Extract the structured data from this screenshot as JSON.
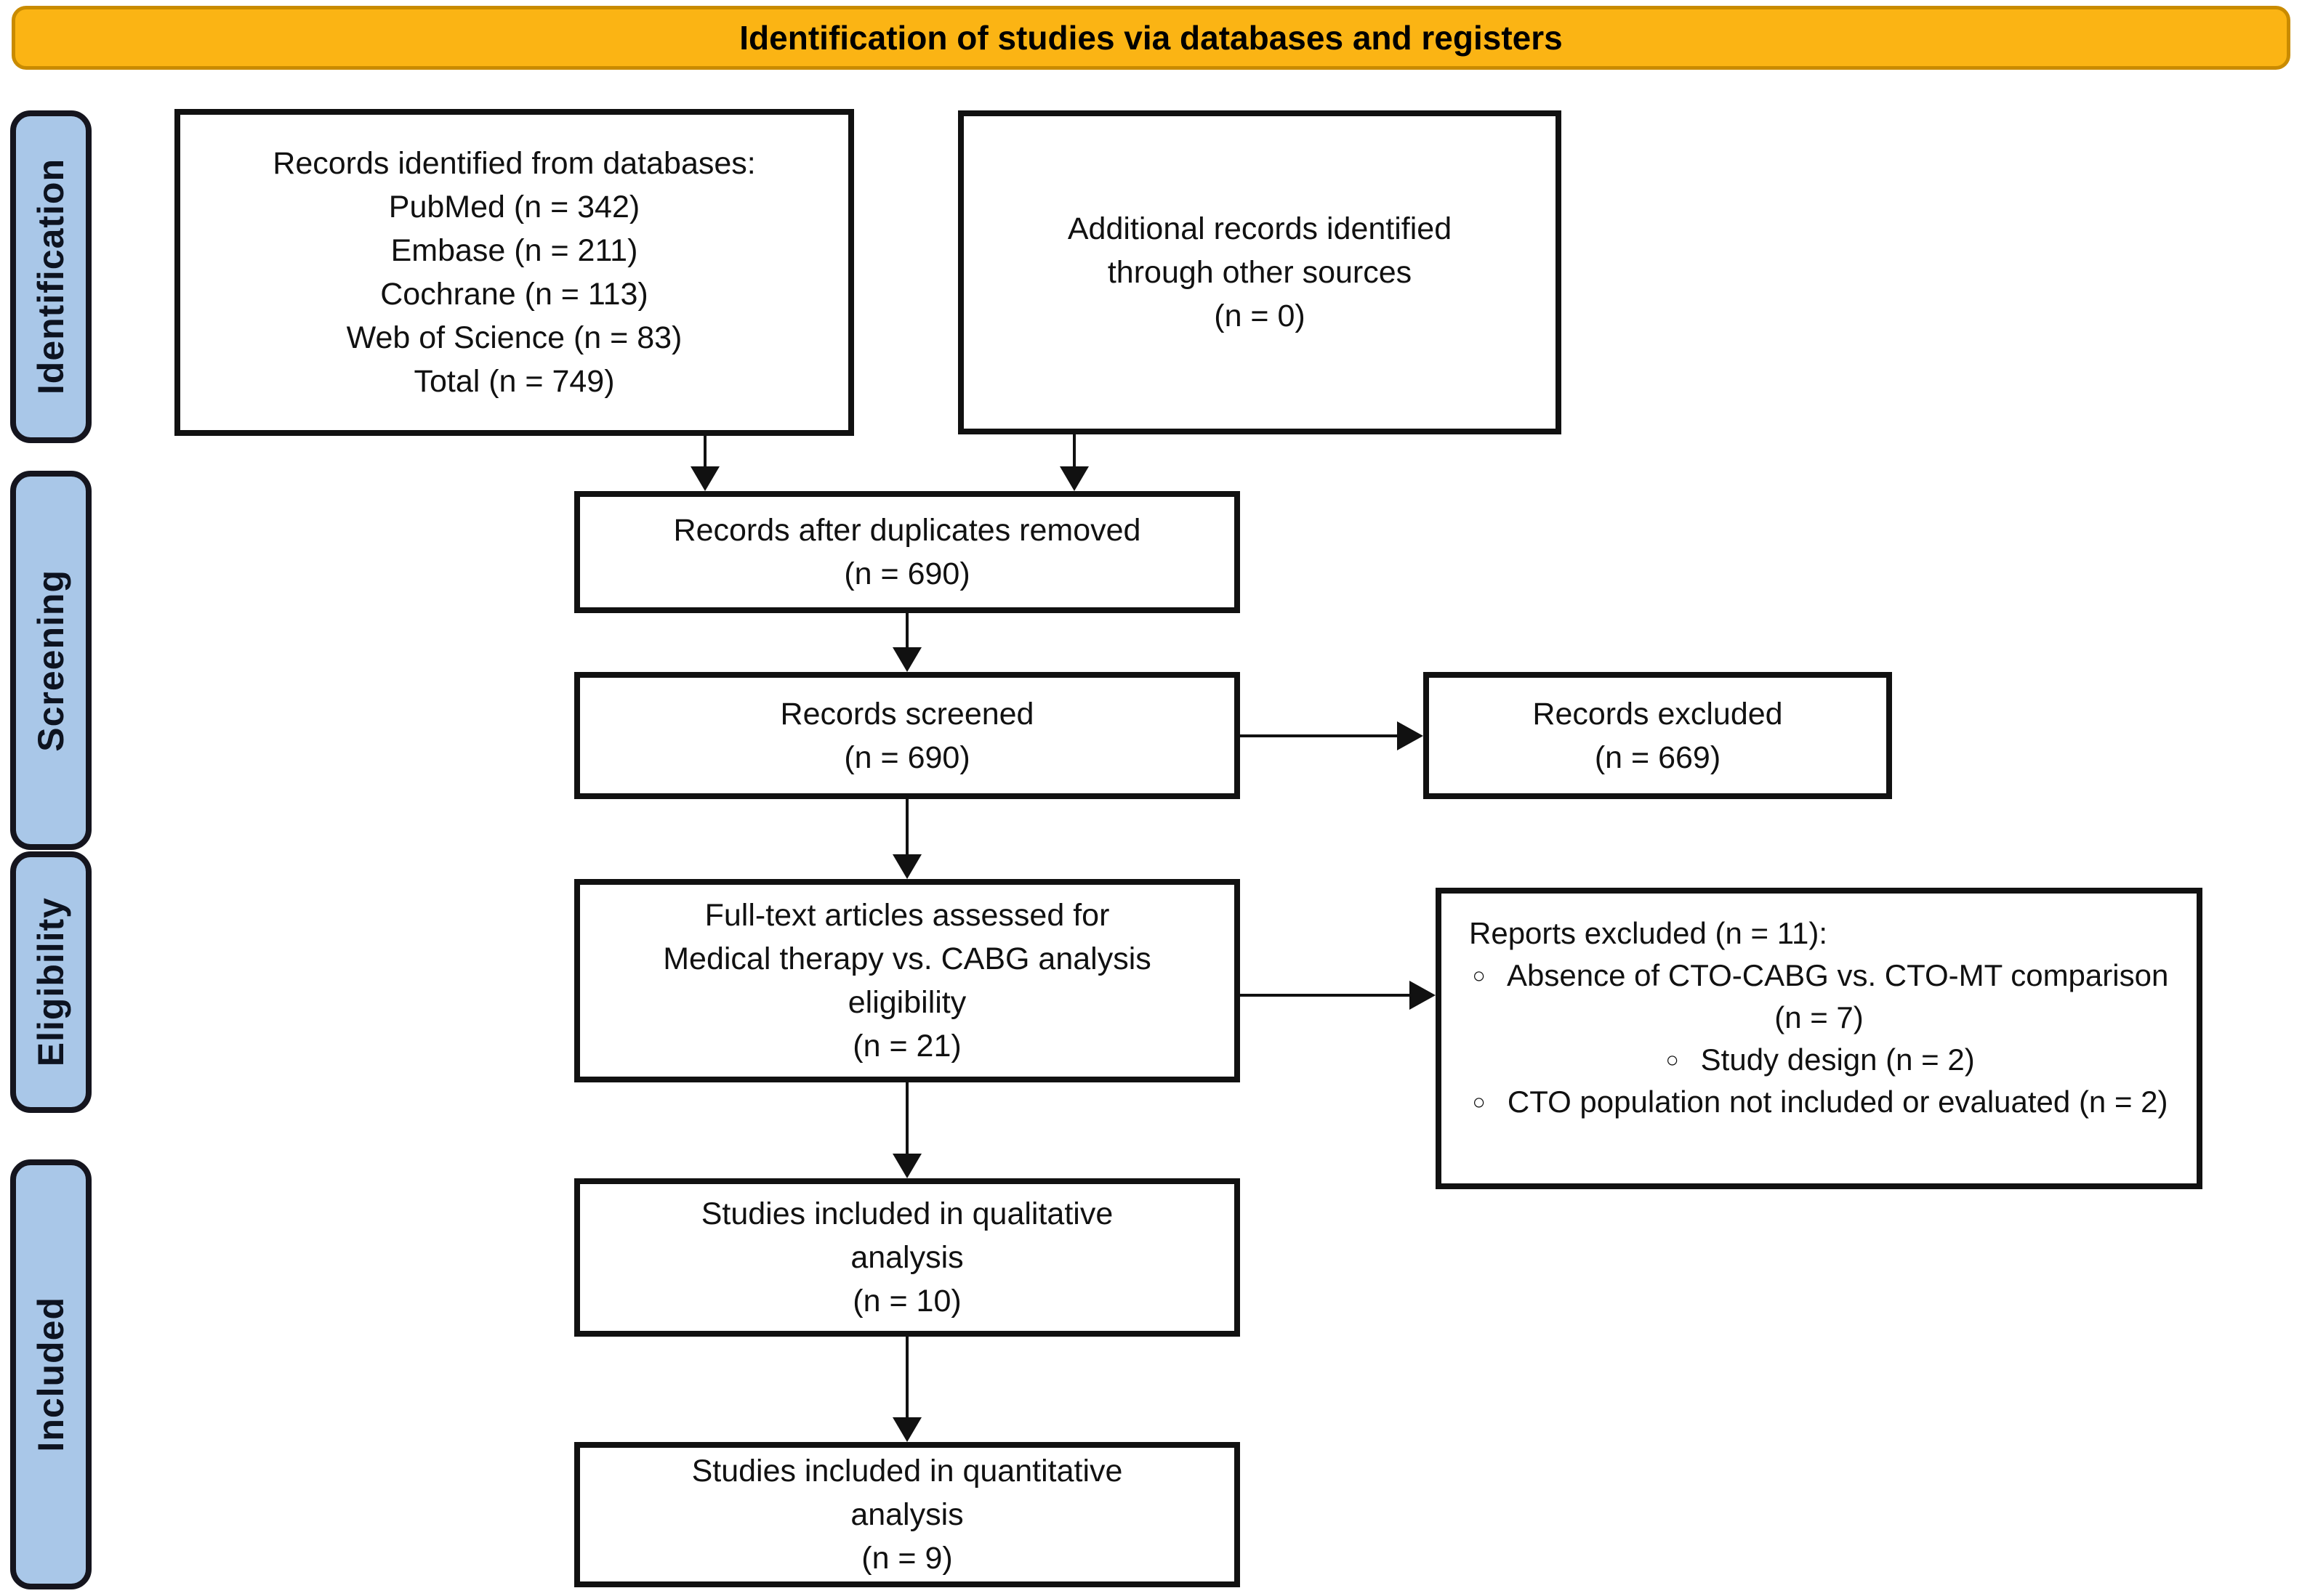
{
  "banner": {
    "title": "Identification of studies via databases and registers"
  },
  "sidebar": {
    "stages": [
      {
        "label": "Identification"
      },
      {
        "label": "Screening"
      },
      {
        "label": "Eligibility"
      },
      {
        "label": "Included"
      }
    ]
  },
  "boxes": {
    "identified": {
      "lines": [
        "Records identified from databases:",
        "PubMed (n = 342)",
        "Embase (n = 211)",
        "Cochrane (n = 113)",
        "Web of Science (n = 83)",
        "Total (n = 749)"
      ]
    },
    "other_sources": {
      "lines": [
        "Additional records identified",
        "through other sources",
        "(n = 0)"
      ]
    },
    "duplicates_removed": {
      "lines": [
        "Records after duplicates removed",
        "(n = 690)"
      ]
    },
    "screened": {
      "lines": [
        "Records screened",
        "(n = 690)"
      ]
    },
    "records_excluded": {
      "lines": [
        "Records excluded",
        "(n = 669)"
      ]
    },
    "full_text": {
      "lines": [
        "Full-text articles assessed for",
        "Medical therapy vs. CABG analysis",
        "eligibility",
        "(n = 21)"
      ]
    },
    "reports_excluded": {
      "title": "Reports excluded (n = 11):",
      "bullet": "○",
      "items": [
        "Absence of CTO-CABG vs. CTO-MT comparison (n = 7)",
        "Study design (n = 2)",
        "CTO population not included or evaluated (n = 2)"
      ]
    },
    "qualitative": {
      "lines": [
        "Studies included in qualitative",
        "analysis",
        "(n = 10)"
      ]
    },
    "quantitative": {
      "lines": [
        "Studies included in quantitative",
        "analysis",
        "(n = 9)"
      ]
    }
  },
  "colors": {
    "banner_fill": "#FBB414",
    "banner_border": "#C98B00",
    "stage_fill": "#A9C7E8",
    "stage_border": "#15151E",
    "box_border": "#111111",
    "box_fill": "#FFFFFF",
    "text": "#111111",
    "arrow": "#111111"
  }
}
